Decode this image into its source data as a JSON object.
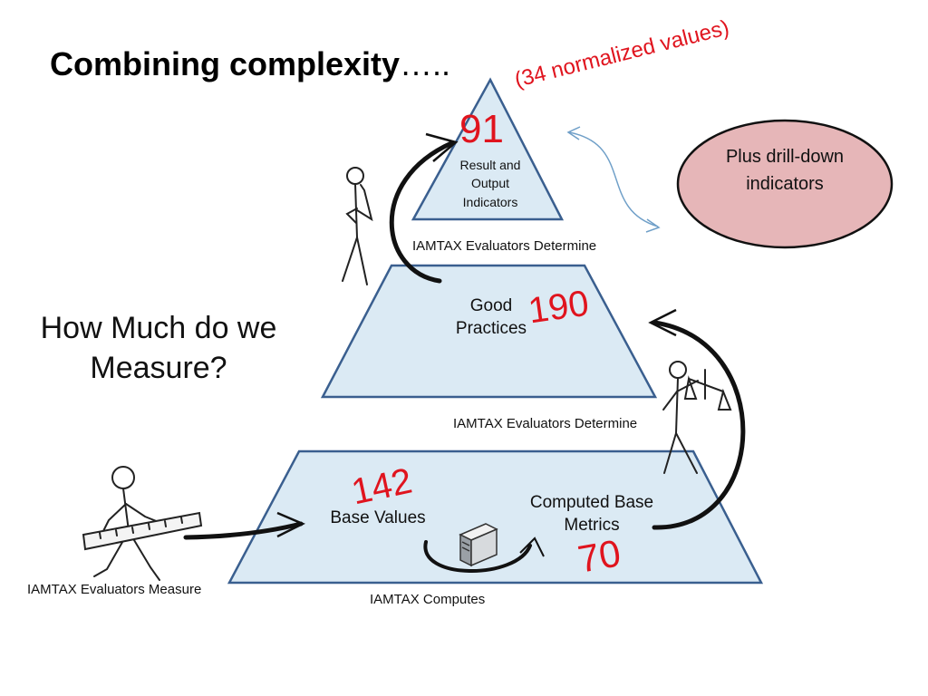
{
  "slide": {
    "title": "Combining complexity",
    "title_ellipsis": "….."
  },
  "question": "How Much do we Measure?",
  "pyramid": {
    "top": {
      "label": "Result and Output Indicators",
      "count": "91",
      "note": "(34 normalized values)"
    },
    "middle": {
      "label": "Good Practices",
      "count": "190"
    },
    "bottom": {
      "left_label": "Base Values",
      "left_count": "142",
      "right_label": "Computed Base Metrics",
      "right_count": "70"
    }
  },
  "callout": {
    "text": "Plus drill-down indicators"
  },
  "captions": {
    "determine_top": "IAMTAX Evaluators Determine",
    "determine_middle": "IAMTAX Evaluators Determine",
    "measure": "IAMTAX Evaluators Measure",
    "computes": "IAMTAX Computes"
  },
  "colors": {
    "tier_fill": "#dbeaf4",
    "tier_stroke": "#3a5f8f",
    "ellipse_fill": "#e6b6b8",
    "number_red": "#e0141e",
    "arrow_blue": "#6f9fc8"
  }
}
